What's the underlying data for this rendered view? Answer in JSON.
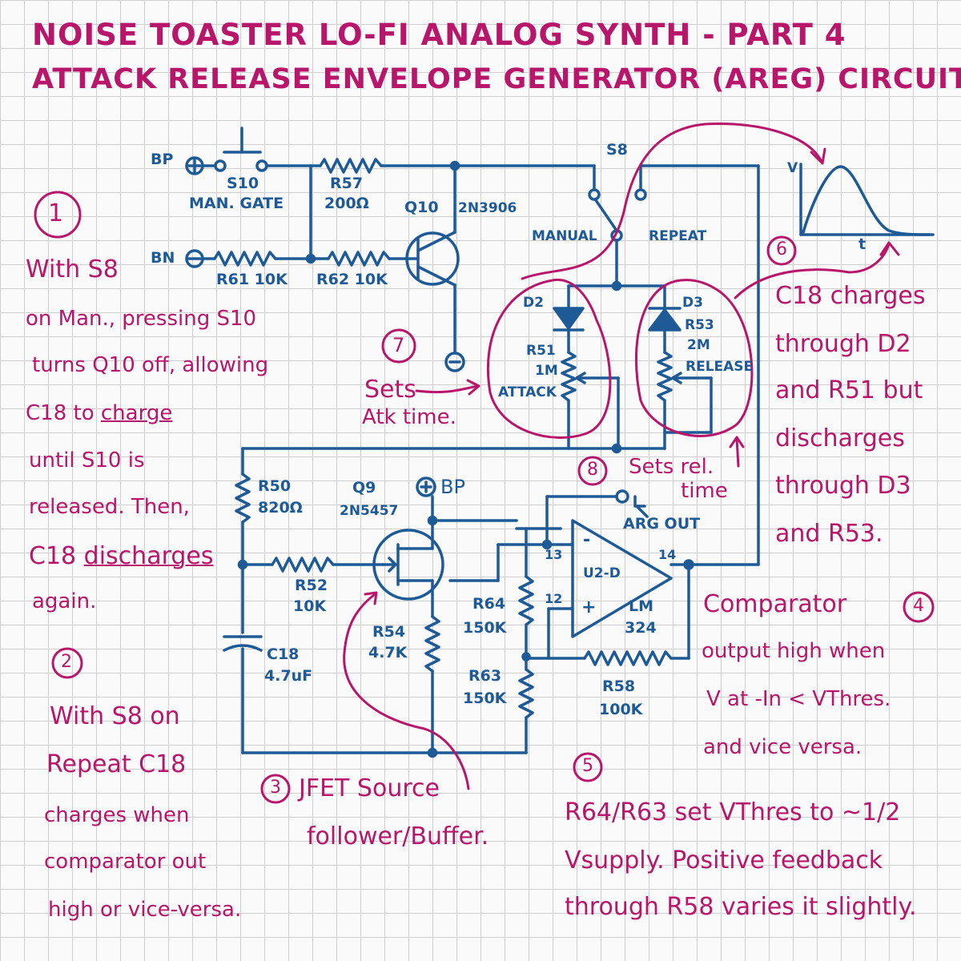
{
  "title": {
    "line1": "NOISE TOASTER LO-FI ANALOG SYNTH - PART 4",
    "line2": "ATTACK RELEASE ENVELOPE GENERATOR (AREG) CIRCUIT"
  },
  "components": {
    "bp_top": "BP",
    "bn": "BN",
    "s10_name": "S10",
    "s10_desc": "MAN. GATE",
    "r57_name": "R57",
    "r57_val": "200Ω",
    "q10": "Q10",
    "q10_part": "2N3906",
    "r61": "R61 10K",
    "r62": "R62 10K",
    "s8": "S8",
    "manual": "MANUAL",
    "repeat": "REPEAT",
    "d2": "D2",
    "d3": "D3",
    "r51_name": "R51",
    "r51_val": "1M",
    "r51_desc": "ATTACK",
    "r53_name": "R53",
    "r53_val": "2M",
    "r53_desc": "RELEASE",
    "r50_name": "R50",
    "r50_val": "820Ω",
    "q9": "Q9",
    "q9_part": "2N5457",
    "bp_mid": "BP",
    "r52_name": "R52",
    "r52_val": "10K",
    "c18_name": "C18",
    "c18_val": "4.7uF",
    "r54_name": "R54",
    "r54_val": "4.7K",
    "r64_name": "R64",
    "r64_val": "150K",
    "r63_name": "R63",
    "r63_val": "150K",
    "pin13": "13",
    "pin12": "12",
    "pin14": "14",
    "minus": "-",
    "plus": "+",
    "u2d": "U2-D",
    "lm": "LM",
    "lm_part": "324",
    "arg_out": "ARG OUT",
    "r58_name": "R58",
    "r58_val": "100K",
    "graph_v": "V",
    "graph_t": "t"
  },
  "notes": {
    "n1_num": "1",
    "n1": [
      "With S8",
      "on Man., pressing S10",
      "turns Q10 off, allowing",
      "C18 to ",
      "charge",
      "until S10 is",
      "released. Then,",
      "C18 ",
      "discharges",
      "again."
    ],
    "n2_num": "2",
    "n2": [
      "With S8 on",
      "Repeat C18",
      "charges when",
      "comparator out",
      "high or vice-versa."
    ],
    "n3_num": "3",
    "n3": [
      "JFET Source",
      "follower/Buffer."
    ],
    "n4_num": "4",
    "n4": [
      "Comparator",
      "output high when",
      "V at -In < VThres.",
      "and vice versa."
    ],
    "n5_num": "5",
    "n5": [
      "R64/R63 set VThres to ~1/2",
      "Vsupply. Positive feedback",
      "through R58 varies it slightly."
    ],
    "n6_num": "6",
    "n6": [
      "C18 charges",
      "through D2",
      "and R51 but",
      "discharges",
      "through D3",
      "and R53."
    ],
    "n7_num": "7",
    "n7": [
      "Sets",
      "Atk time."
    ],
    "n8_num": "8",
    "n8": [
      "Sets rel.",
      "time"
    ]
  },
  "colors": {
    "circuit": "#1e5a96",
    "annotation": "#b7166b",
    "grid": "#cfcfcf"
  }
}
